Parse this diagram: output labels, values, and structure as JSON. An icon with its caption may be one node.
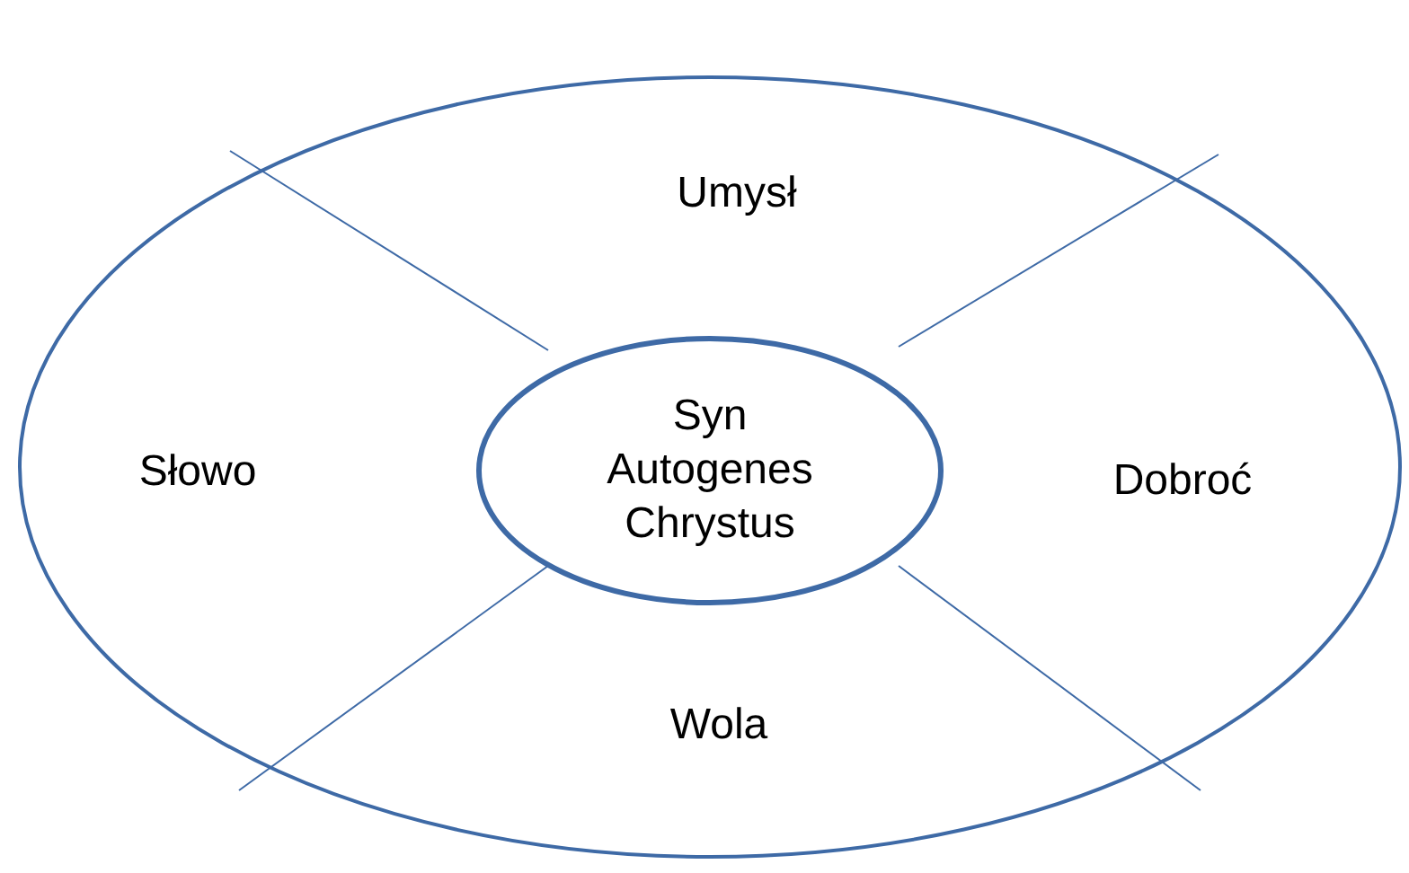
{
  "diagram": {
    "nodes": [
      {
        "text": [],
        "shape": "ellipse"
      },
      {
        "text": [
          "Syn Autogenes Chrystus"
        ],
        "in": 0
      }
    ],
    "labels": [
      "Umysł",
      "Słowo",
      "Dobroć",
      "Wola"
    ]
  }
}
